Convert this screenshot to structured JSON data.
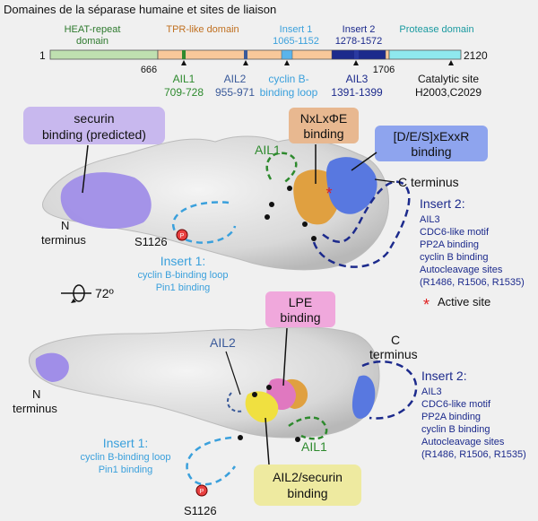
{
  "title": "Domaines de la séparase humaine et sites de liaison",
  "colors": {
    "heat": "#bfe0b0",
    "tpr": "#f8c89a",
    "protease": "#8fe8ee",
    "insert1": "#5ab4ec",
    "insert2": "#1c2a8c",
    "ail_green": "#2e8a2e",
    "ail_blue": "#3a5a9a",
    "label_blue": "#1c2a8c",
    "light_blue": "#3aa0dc",
    "purple": "#a08ee8",
    "orange": "#e0a040",
    "royal": "#5878e0",
    "pink": "#e078c0",
    "yellow": "#f0e040",
    "active_red": "#e02020"
  },
  "domain_map": {
    "start": "1",
    "end": "2120",
    "pos_666": "666",
    "pos_1706": "1706",
    "domains": [
      {
        "label": "HEAT-repeat",
        "label2": "domain"
      },
      {
        "label": "TPR-like domain"
      },
      {
        "label": "Protease domain"
      }
    ],
    "insert1": {
      "label": "Insert 1",
      "range": "1065-1152"
    },
    "insert2": {
      "label": "Insert 2",
      "range": "1278-1572"
    },
    "below": {
      "ail1": {
        "label": "AIL1",
        "range": "709-728"
      },
      "ail2": {
        "label": "AIL2",
        "range": "955-971"
      },
      "loop": {
        "line1": "cyclin B-",
        "line2": "binding loop"
      },
      "ail3": {
        "label": "AIL3",
        "range": "1391-1399"
      },
      "catalytic": {
        "line1": "Catalytic site",
        "line2": "H2003,C2029"
      }
    }
  },
  "top": {
    "securin": {
      "line1": "securin",
      "line2": "binding (predicted)"
    },
    "nxlx": {
      "line1": "NxLxΦE",
      "line2": "binding"
    },
    "dexxr": {
      "line1": "[D/E/S]xExxR",
      "line2": "binding"
    },
    "ail1": "AIL1",
    "c_terminus": "C terminus",
    "n_terminus": {
      "line1": "N",
      "line2": "terminus"
    },
    "s1126": "S1126",
    "insert1": {
      "title": "Insert 1:",
      "line1": "cyclin B-binding loop",
      "line2": "Pin1 binding"
    },
    "insert2": {
      "title": "Insert 2:",
      "lines": [
        "AIL3",
        "CDC6-like motif",
        "PP2A binding",
        "cyclin B binding",
        "Autocleavage sites",
        "(R1486, R1506, R1535)"
      ]
    },
    "active_site": "Active site",
    "rotation": "72º"
  },
  "bottom": {
    "lpe": {
      "line1": "LPE",
      "line2": "binding"
    },
    "ail2": "AIL2",
    "ail1": "AIL1",
    "c_terminus": {
      "line1": "C",
      "line2": "terminus"
    },
    "n_terminus": {
      "line1": "N",
      "line2": "terminus"
    },
    "s1126": "S1126",
    "insert1": {
      "title": "Insert 1:",
      "line1": "cyclin B-binding loop",
      "line2": "Pin1 binding"
    },
    "insert2": {
      "title": "Insert 2:",
      "lines": [
        "AIL3",
        "CDC6-like motif",
        "PP2A binding",
        "cyclin B binding",
        "Autocleavage sites",
        "(R1486, R1506, R1535)"
      ]
    },
    "ail2_securin": {
      "line1": "AIL2/securin",
      "line2": "binding"
    }
  }
}
